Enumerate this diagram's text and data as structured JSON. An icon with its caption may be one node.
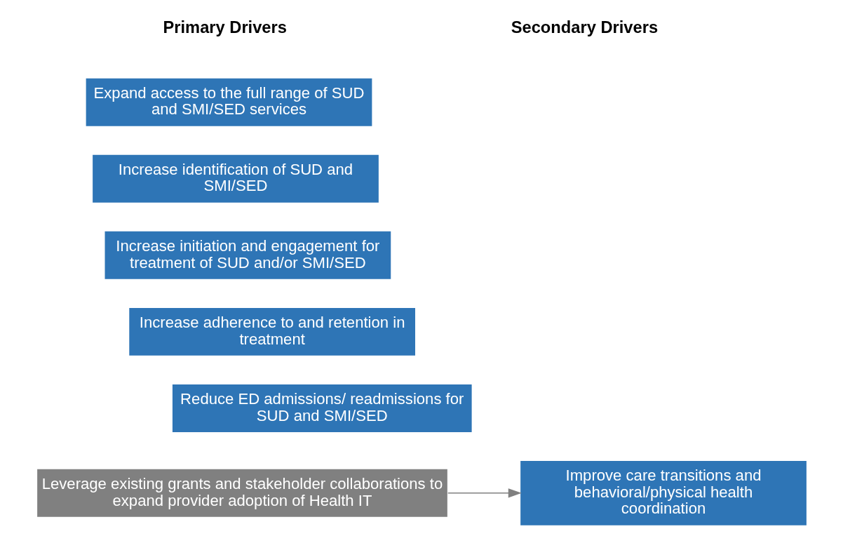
{
  "diagram": {
    "nodes": [
      {
        "text": [
          "Expand access to the full range of SUD and SMI/SED services"
        ]
      },
      {
        "text": [
          "Increase identification of SUD and SMI/SED"
        ]
      },
      {
        "text": [
          "Increase initiation and engagement for treatment of SUD and/or SMI/SED"
        ]
      },
      {
        "text": [
          "Increase adherence to and retention in treatment"
        ]
      },
      {
        "text": [
          "Reduce ED admissions/ readmissions for SUD and SMI/SED"
        ]
      },
      {
        "text": [
          "Improve care transitions and behavioral/physical health coordination"
        ]
      },
      {
        "text": [
          "Leverage existing grants and stakeholder collaborations to expand provider adoption of Health IT"
        ]
      }
    ],
    "edges": [
      {
        "from": 6,
        "to": 5,
        "arrow": "to"
      }
    ],
    "labels": [
      "Primary Drivers",
      "Secondary Drivers"
    ]
  }
}
